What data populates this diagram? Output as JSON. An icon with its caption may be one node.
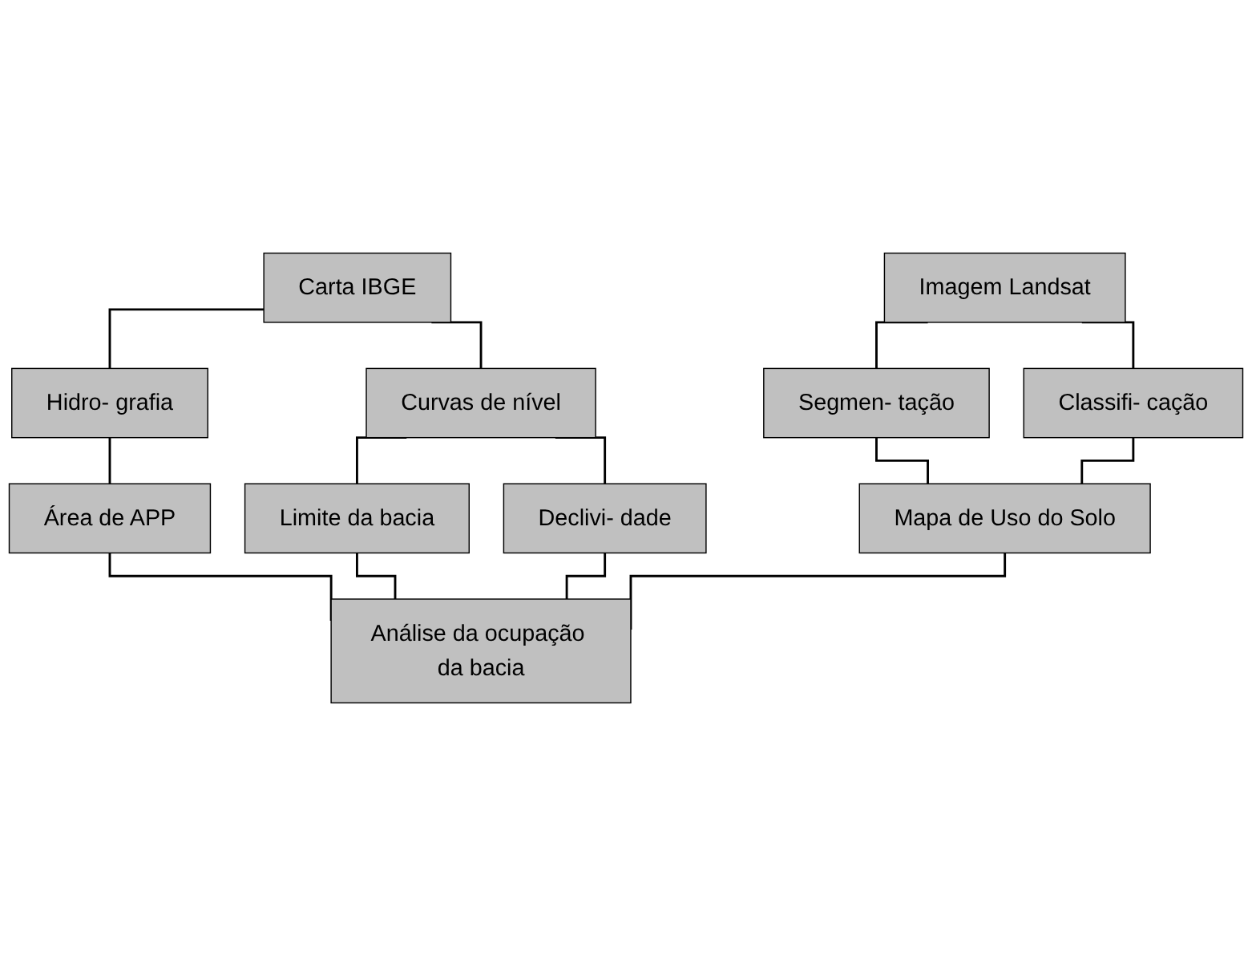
{
  "diagram": {
    "nodes": [
      {
        "text": [
          "Carta IBGE"
        ]
      },
      {
        "text": [
          "Imagem Landsat"
        ]
      },
      {
        "text": [
          "Hidro- grafia"
        ]
      },
      {
        "text": [
          "Curvas de nível"
        ]
      },
      {
        "text": [
          "Segmen- tação"
        ]
      },
      {
        "text": [
          "Classifi- cação"
        ]
      },
      {
        "text": [
          "Área de APP"
        ]
      },
      {
        "text": [
          "Limite da bacia"
        ]
      },
      {
        "text": [
          "Declivi- dade"
        ]
      },
      {
        "text": [
          "Mapa de Uso do Solo"
        ]
      },
      {
        "text": [
          "Análise da ocupação da bacia"
        ]
      }
    ],
    "edges": [
      {
        "from": 0,
        "to": 2,
        "arrow": "none"
      },
      {
        "from": 0,
        "to": 3,
        "arrow": "none"
      },
      {
        "from": 1,
        "to": 4,
        "arrow": "none"
      },
      {
        "from": 1,
        "to": 5,
        "arrow": "none"
      },
      {
        "from": 2,
        "to": 6,
        "arrow": "none"
      },
      {
        "from": 3,
        "to": 7,
        "arrow": "none"
      },
      {
        "from": 3,
        "to": 8,
        "arrow": "none"
      },
      {
        "from": 4,
        "to": 9,
        "arrow": "none"
      },
      {
        "from": 5,
        "to": 9,
        "arrow": "none"
      },
      {
        "from": 6,
        "to": 10,
        "arrow": "none"
      },
      {
        "from": 7,
        "to": 10,
        "arrow": "none"
      },
      {
        "from": 8,
        "to": 10,
        "arrow": "none"
      },
      {
        "from": 9,
        "to": 10,
        "arrow": "none"
      }
    ]
  }
}
